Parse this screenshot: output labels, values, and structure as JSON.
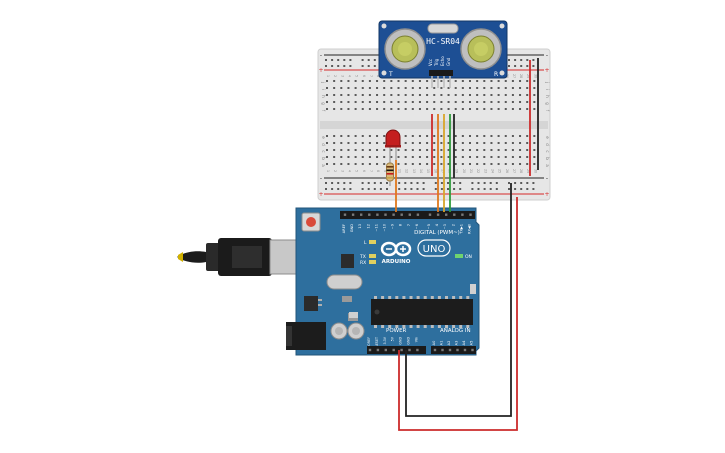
{
  "sensor": {
    "model": "HC-SR04",
    "pins": [
      "Vcc",
      "Trig",
      "Echo",
      "Gnd"
    ],
    "marks": [
      "T",
      "R"
    ]
  },
  "breadboard": {
    "row_letters_top": [
      "j",
      "i",
      "h",
      "g",
      "f"
    ],
    "row_letters_bottom": [
      "e",
      "d",
      "c",
      "b",
      "a"
    ],
    "rail_minus": "-",
    "rail_plus": "+",
    "column_numbers": [
      "1",
      "2",
      "3",
      "4",
      "5",
      "6",
      "7",
      "8",
      "9",
      "10",
      "11",
      "12",
      "13",
      "14",
      "15",
      "16",
      "17",
      "18",
      "19",
      "20",
      "21",
      "22",
      "23",
      "24",
      "25",
      "26",
      "27",
      "28",
      "29",
      "30"
    ]
  },
  "arduino": {
    "brand": "ARDUINO",
    "model": "UNO",
    "digital_header": "DIGITAL (PWM~)",
    "power_header": "POWER",
    "analog_header": "ANALOG IN",
    "on_label": "ON",
    "l_label": "L",
    "tx_label": "TX",
    "rx_label": "RX",
    "digital_pins": [
      "AREF",
      "GND",
      "13",
      "12",
      "~11",
      "~10",
      "~9",
      "8",
      "7",
      "~6",
      "~5",
      "4",
      "~3",
      "2",
      "TX▶1",
      "RX◀0"
    ],
    "power_pins": [
      "IOREF",
      "RESET",
      "3.3V",
      "5V",
      "GND",
      "GND",
      "Vin"
    ],
    "analog_pins": [
      "A0",
      "A1",
      "A2",
      "A3",
      "A4",
      "A5"
    ]
  },
  "colors": {
    "board_blue": "#2e6f9e",
    "breadboard": "#e6e6e6",
    "rail_red": "#d62828",
    "rail_black": "#222222",
    "wire_red": "#cc2b2b",
    "wire_black": "#222222",
    "wire_orange": "#e0781c",
    "wire_yellow": "#d9a52a",
    "wire_green": "#2e9a3a",
    "led_red": "#c41e1e"
  }
}
